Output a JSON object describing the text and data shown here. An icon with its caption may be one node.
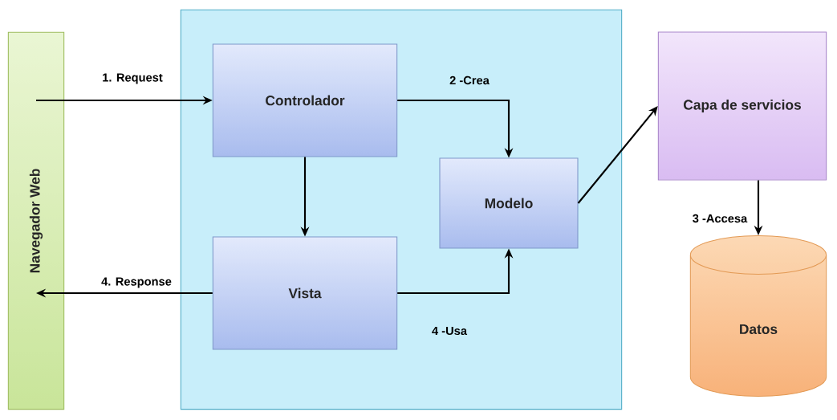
{
  "diagram": {
    "nodes": [
      {
        "text": [
          "Navegador Web"
        ]
      },
      {
        "text": [],
        "shape": "box"
      },
      {
        "text": [
          "Controlador"
        ],
        "in": 1
      },
      {
        "text": [
          "Modelo"
        ],
        "in": 1
      },
      {
        "text": [
          "Vista"
        ],
        "in": 1
      },
      {
        "text": [
          "Capa de servicios"
        ]
      },
      {
        "text": [
          "Datos"
        ]
      }
    ],
    "edges": [
      {
        "from": 0,
        "to": 2,
        "arrow": "to",
        "label": "1. Request"
      },
      {
        "from": 2,
        "to": 3,
        "arrow": "to",
        "label": "2 -Crea"
      },
      {
        "from": 2,
        "to": 4,
        "arrow": "to"
      },
      {
        "from": 4,
        "to": 3,
        "arrow": "to",
        "label": "4 -Usa"
      },
      {
        "from": 4,
        "to": 0,
        "arrow": "to",
        "label": "4. Response"
      },
      {
        "from": 3,
        "to": 5,
        "arrow": "to"
      },
      {
        "from": 5,
        "to": 6,
        "arrow": "to",
        "label": "3 -Accesa"
      }
    ]
  }
}
